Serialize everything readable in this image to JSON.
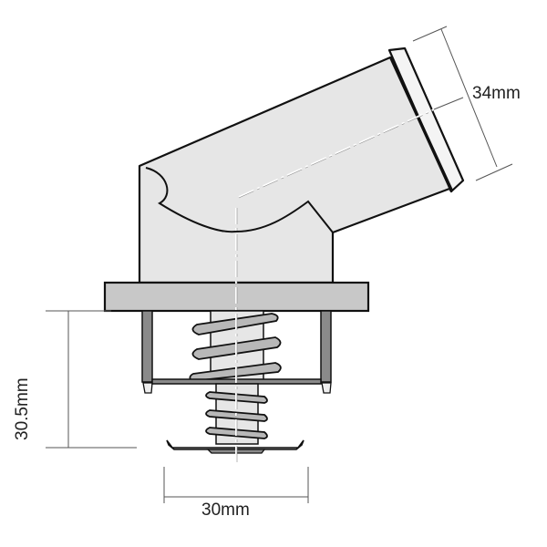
{
  "diagram": {
    "title": "Thermostat with angled outlet",
    "dimensions": {
      "outlet_diameter": "34mm",
      "height": "30.5mm",
      "valve_diameter": "30mm"
    },
    "colors": {
      "body": "#e6e6e6",
      "flange": "#c8c8c8",
      "spring": "#b8b8b8",
      "legs": "#8a8a8a",
      "outline": "#111111",
      "dimension_line": "#555555"
    }
  }
}
